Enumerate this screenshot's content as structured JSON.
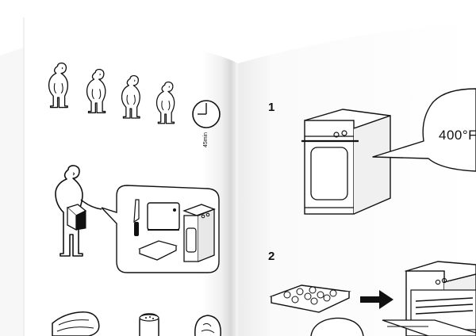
{
  "left_page": {
    "people_count": 4,
    "timer": {
      "icon": "clock-icon",
      "label": "45min"
    },
    "reading_panel": {
      "icons": [
        "person-reading-icon",
        "knife-icon",
        "cutting-board-icon",
        "baking-tray-icon",
        "oven-icon"
      ]
    },
    "ingredients": {
      "icons": [
        "salmon-icon",
        "salt-shaker-icon",
        "bread-icon"
      ]
    }
  },
  "right_page": {
    "steps": [
      {
        "number": "1",
        "bubble_text": "400°F",
        "icons": [
          "oven-icon",
          "speech-bubble-icon"
        ]
      },
      {
        "number": "2",
        "icons": [
          "baking-tray-icon",
          "arrow-right-icon",
          "oven-open-icon"
        ]
      }
    ]
  },
  "colors": {
    "ink": "#111111",
    "page": "#ffffff",
    "shadow": "#e6e6e6"
  }
}
